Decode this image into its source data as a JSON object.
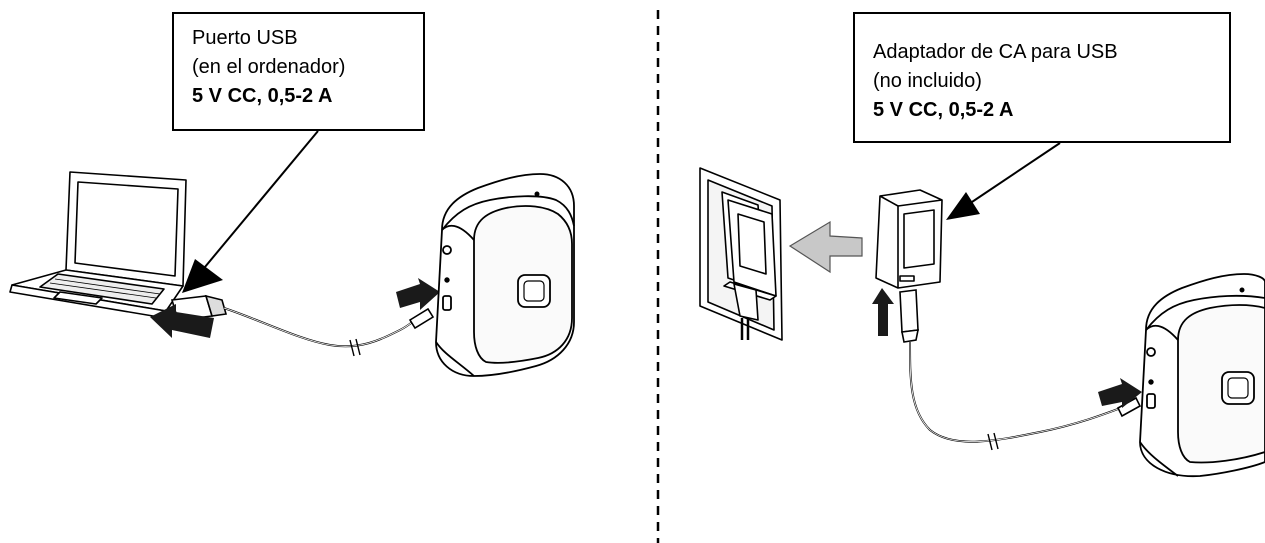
{
  "left_panel": {
    "callout": {
      "line1": "Puerto USB",
      "line2": "(en el ordenador)",
      "line3": "5 V CC, 0,5-2 A"
    }
  },
  "right_panel": {
    "callout": {
      "line1": "Adaptador de CA para USB",
      "line2": "(no incluido)",
      "line3": "5 V CC, 0,5-2 A"
    }
  },
  "colors": {
    "line": "#000000",
    "arrow": "#1a1a1a",
    "hollow_arrow_fill": "#c8c8c8",
    "device_button": "#ffffff"
  }
}
